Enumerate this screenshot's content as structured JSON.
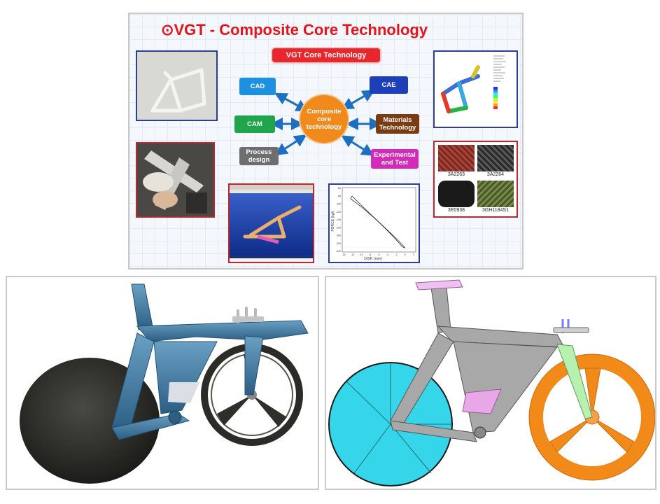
{
  "poster": {
    "title_symbol": "⊙",
    "title": "VGT - Composite Core Technology",
    "banner": "VGT Core Technology",
    "center": "Composite core technology",
    "nodes": {
      "cad": "CAD",
      "cam": "CAM",
      "process": "Process design",
      "cae": "CAE",
      "materials": "Materials Technology",
      "experimental": "Experimental and Test"
    },
    "colors": {
      "title": "#e3141b",
      "cad": "#1e90e0",
      "cam": "#1fa64a",
      "process": "#6e6e6e",
      "cae": "#1d3fb8",
      "materials": "#7a3b12",
      "experimental": "#d42ab9",
      "center": "#f18a1c",
      "arrow": "#1d6fc2"
    },
    "swatches": [
      "3A2263",
      "3A2264",
      "3E0938",
      "3GH1184S1"
    ],
    "graph": {
      "xlabel": "DISP. (mm)",
      "ylabel": "FORCE (kgf)",
      "y_ticks": [
        "-60",
        "-80",
        "-100",
        "-120",
        "-140",
        "-160",
        "-180",
        "-200",
        "-220"
      ],
      "x_ticks": [
        "-14",
        "-12",
        "-10",
        "-8",
        "-6",
        "-4",
        "-2",
        "0",
        "2"
      ]
    }
  },
  "left_render": {
    "frame_color": "#3a6f96",
    "wheel_color": "#2b2b28"
  },
  "right_render": {
    "frame_color": "#9a9a9a",
    "front_wheel_color": "#f28a1a",
    "rear_wheel_color": "#36d6ea"
  }
}
